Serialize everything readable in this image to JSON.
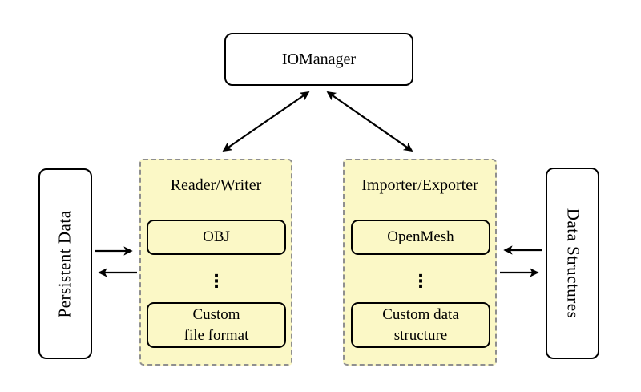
{
  "nodes": {
    "iomanager": {
      "label": "IOManager"
    },
    "persistent_data": {
      "label": "Persistent Data"
    },
    "data_structures": {
      "label": "Data Structures"
    }
  },
  "groups": {
    "reader_writer": {
      "title": "Reader/Writer",
      "items": [
        {
          "label": "OBJ"
        },
        {
          "label": "⋮"
        },
        {
          "label": "Custom\nfile format"
        }
      ]
    },
    "importer_exporter": {
      "title": "Importer/Exporter",
      "items": [
        {
          "label": "OpenMesh"
        },
        {
          "label": "⋮"
        },
        {
          "label": "Custom data\nstructure"
        }
      ]
    }
  },
  "colors": {
    "group_fill": "#FBF8C6",
    "group_dash_border": "#8F8F8F",
    "node_border": "#000000",
    "arrow": "#000000",
    "background": "#FFFFFF"
  }
}
